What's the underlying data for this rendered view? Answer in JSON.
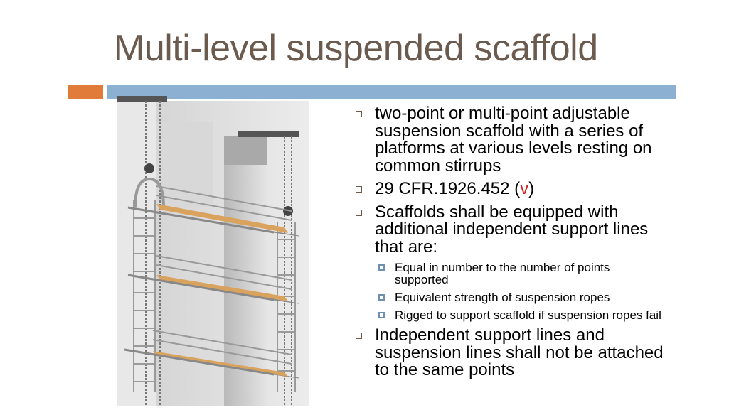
{
  "title": "Multi-level suspended scaffold",
  "colors": {
    "title": "#6b5a4e",
    "accent_orange": "#e07b39",
    "accent_blue": "#8cb0d2",
    "highlight_red": "#d42020"
  },
  "figure": {
    "icon": "multi-level-scaffold-illustration"
  },
  "bullets": [
    {
      "text": "two-point or multi-point adjustable suspension scaffold with a series of platforms at various levels resting on common stirrups"
    },
    {
      "text_before": "29 CFR.1926.452 (",
      "highlight": "v",
      "text_after": ")"
    },
    {
      "text": "Scaffolds shall be equipped with additional independent support lines that are:"
    },
    {
      "text": "Independent support lines and suspension lines shall not be attached to the same points"
    }
  ],
  "sub_bullets": [
    "Equal in number to the number of points supported",
    "Equivalent strength of suspension ropes",
    "Rigged to support scaffold if suspension ropes fail"
  ]
}
